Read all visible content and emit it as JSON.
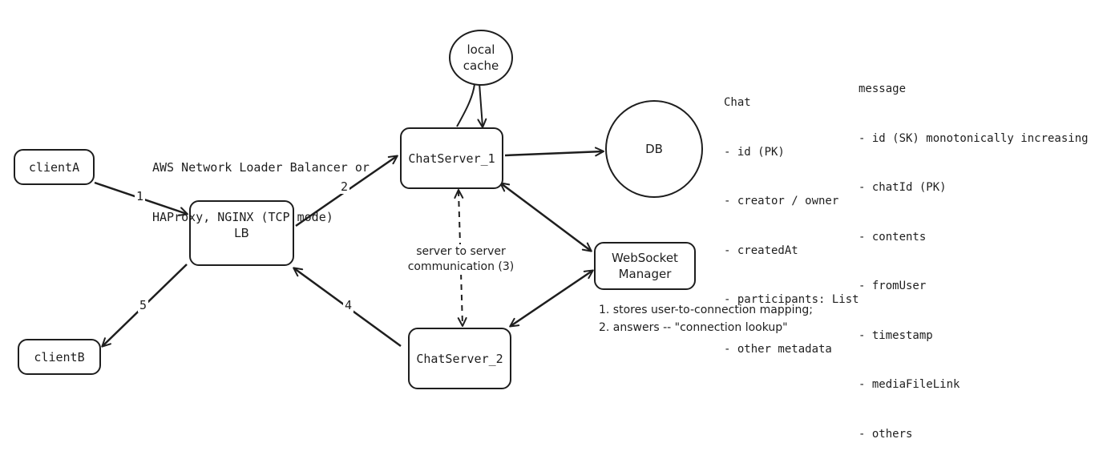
{
  "nodes": {
    "client_a": "clientA",
    "client_b": "clientB",
    "lb": "LB",
    "chat_server_1": "ChatServer_1",
    "chat_server_2": "ChatServer_2",
    "local_cache_line1": "local",
    "local_cache_line2": "cache",
    "db": "DB",
    "ws_manager_line1": "WebSocket",
    "ws_manager_line2": "Manager"
  },
  "annotations": {
    "lb_note_line1": "AWS Network Loader Balancer or",
    "lb_note_line2": "HAProxy, NGINX (TCP mode)",
    "s2s_line1": "server to server",
    "s2s_line2": "communication (3)",
    "ws_note_line1": "1. stores user-to-connection mapping;",
    "ws_note_line2": "2. answers -- \"connection lookup\""
  },
  "edges": {
    "e1": "1",
    "e2": "2",
    "e4": "4",
    "e5": "5"
  },
  "chat_schema": {
    "title": "Chat",
    "fields": [
      "- id (PK)",
      "- creator / owner",
      "- createdAt",
      "- participants: List",
      "- other metadata"
    ]
  },
  "message_schema": {
    "title": "message",
    "fields": [
      "- id (SK) monotonically increasing",
      "- chatId (PK)",
      "- contents",
      "- fromUser",
      "- timestamp",
      "- mediaFileLink",
      "- others"
    ]
  },
  "colors": {
    "stroke": "#1e1e1e",
    "background": "#ffffff"
  }
}
